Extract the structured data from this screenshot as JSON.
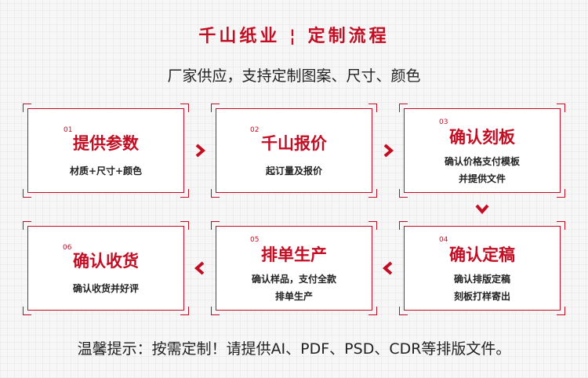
{
  "header": {
    "title": "千山纸业 ¦ 定制流程",
    "subtitle": "厂家供应，支持定制图案、尺寸、颜色"
  },
  "steps": [
    {
      "num": "01",
      "title": "提供参数",
      "lines": [
        "材质+尺寸+颜色"
      ]
    },
    {
      "num": "02",
      "title": "千山报价",
      "lines": [
        "起订量及报价"
      ]
    },
    {
      "num": "03",
      "title": "确认刻板",
      "lines": [
        "确认价格支付模板",
        "并提供文件"
      ]
    },
    {
      "num": "04",
      "title": "确认定稿",
      "lines": [
        "确认排版定稿",
        "刻板打样寄出"
      ]
    },
    {
      "num": "05",
      "title": "排单生产",
      "lines": [
        "确认样品，支付全款",
        "排单生产"
      ]
    },
    {
      "num": "06",
      "title": "确认收货",
      "lines": [
        "确认收货并好评"
      ]
    }
  ],
  "footer": {
    "note": "温馨提示：按需定制！请提供AI、PDF、PSD、CDR等排版文件。"
  },
  "colors": {
    "accent": "#c30d23",
    "text": "#222222"
  },
  "icons": {
    "arrow_right": "chevron-right-icon",
    "arrow_left": "chevron-left-icon",
    "arrow_down": "chevron-down-icon"
  }
}
